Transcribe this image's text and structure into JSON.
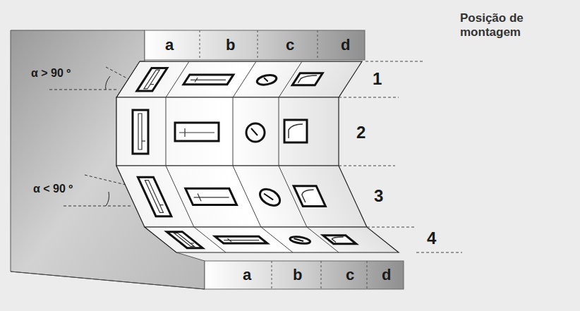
{
  "diagram": {
    "title": "Posição de montagem",
    "labels": [
      "a",
      "b",
      "c",
      "d",
      "α > 90 º",
      "1",
      "2",
      "α < 90 º",
      "3",
      "4",
      "a",
      "b",
      "c",
      "d"
    ]
  }
}
